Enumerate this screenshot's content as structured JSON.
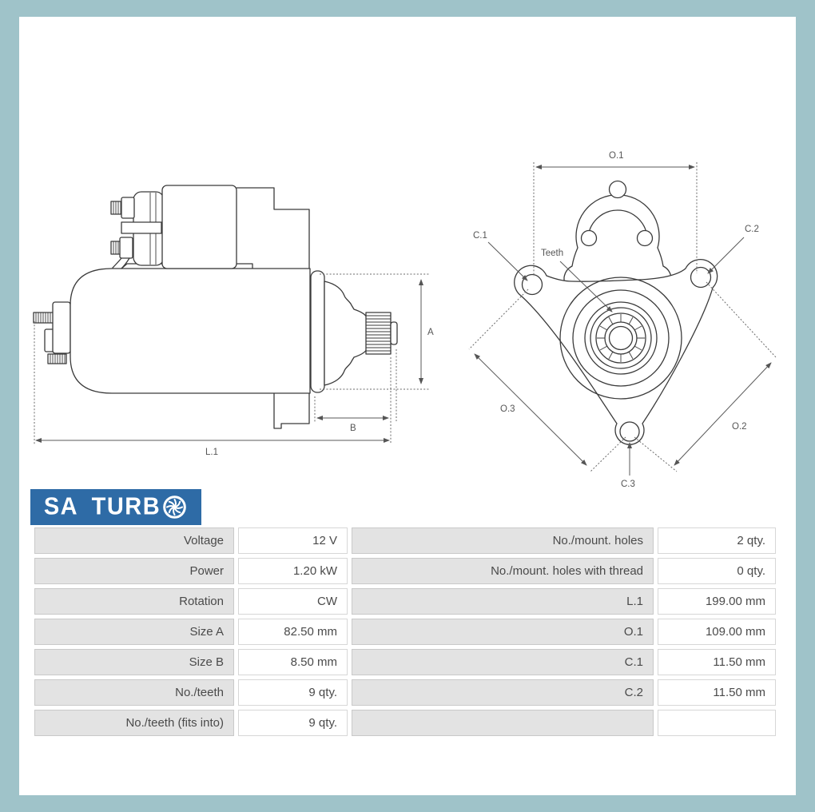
{
  "theme": {
    "frame_color": "#9fc3c9",
    "surface_color": "#ffffff",
    "logo_bg": "#2e6ba6",
    "logo_text_color": "#ffffff",
    "drawing_line_color": "#3a3a3a",
    "dimension_color": "#5a5a5a",
    "table_label_bg": "#e3e3e3",
    "table_value_bg": "#ffffff",
    "table_text_color": "#4a4a4a"
  },
  "logo": {
    "brand": "SA TURBO",
    "text": "SA TURB",
    "icon": "turbo-wheel-icon"
  },
  "diagrams": {
    "side_view": {
      "description": "starter motor side view",
      "dims": {
        "a": "A",
        "b": "B",
        "l1": "L.1"
      }
    },
    "front_view": {
      "description": "mounting flange front view",
      "dims": {
        "o1": "O.1",
        "o2": "O.2",
        "o3": "O.3",
        "c1": "C.1",
        "c2": "C.2",
        "c3": "C.3",
        "teeth": "Teeth"
      }
    }
  },
  "specs": {
    "rows": [
      {
        "label_left": "Voltage",
        "value_left": "12 V",
        "label_right": "No./mount. holes",
        "value_right": "2 qty."
      },
      {
        "label_left": "Power",
        "value_left": "1.20 kW",
        "label_right": "No./mount. holes with thread",
        "value_right": "0 qty."
      },
      {
        "label_left": "Rotation",
        "value_left": "CW",
        "label_right": "L.1",
        "value_right": "199.00 mm"
      },
      {
        "label_left": "Size A",
        "value_left": "82.50 mm",
        "label_right": "O.1",
        "value_right": "109.00 mm"
      },
      {
        "label_left": "Size B",
        "value_left": "8.50 mm",
        "label_right": "C.1",
        "value_right": "11.50 mm"
      },
      {
        "label_left": "No./teeth",
        "value_left": "9 qty.",
        "label_right": "C.2",
        "value_right": "11.50 mm"
      },
      {
        "label_left": "No./teeth (fits into)",
        "value_left": "9 qty.",
        "label_right": "",
        "value_right": ""
      }
    ]
  }
}
